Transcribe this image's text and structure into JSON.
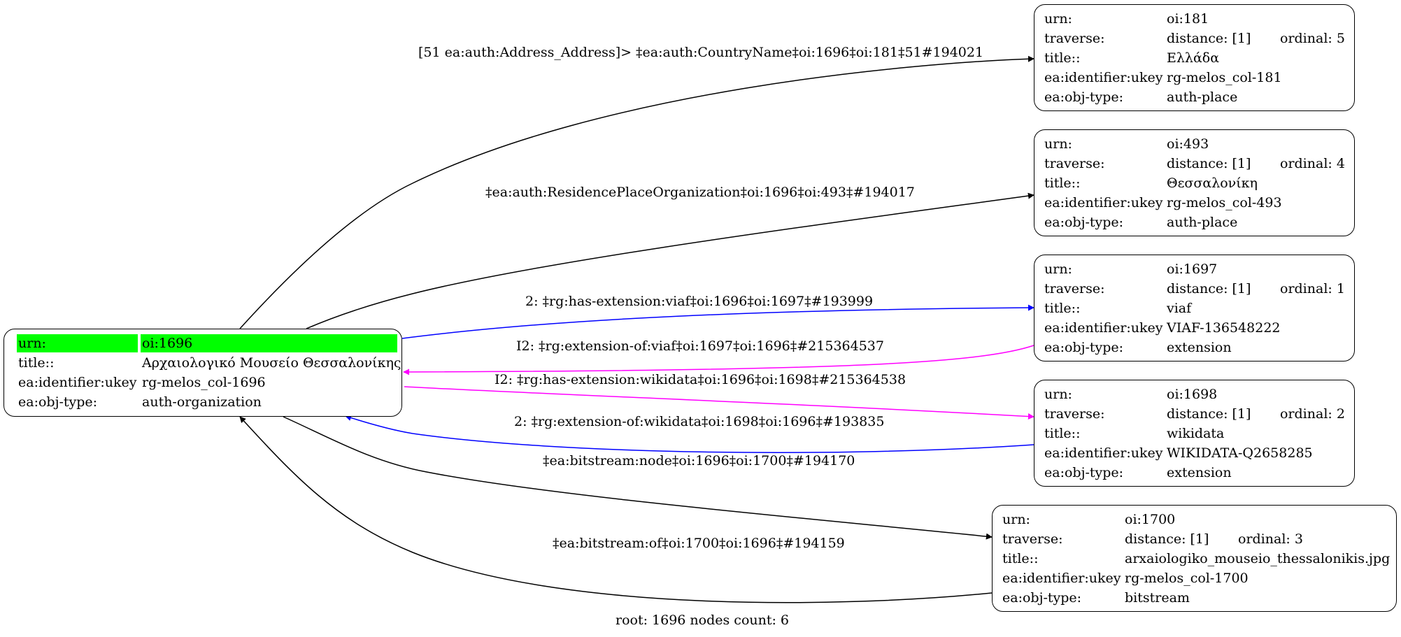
{
  "root_node": {
    "rows": [
      {
        "key": "urn:",
        "value": "oi:1696"
      },
      {
        "key": "title::",
        "value": "Αρχαιολογικό Μουσείο Θεσσαλονίκης"
      },
      {
        "key": "ea:identifier:ukey",
        "value": "rg-melos_col-1696"
      },
      {
        "key": "ea:obj-type:",
        "value": "auth-organization"
      }
    ],
    "highlight_color": "#00ff00"
  },
  "nodes": [
    {
      "urn": "oi:181",
      "distance": "distance: [1]",
      "ordinal": "ordinal: 5",
      "title": "Ελλάδα",
      "ukey": "rg-melos_col-181",
      "obj_type": "auth-place"
    },
    {
      "urn": "oi:493",
      "distance": "distance: [1]",
      "ordinal": "ordinal: 4",
      "title": "Θεσσαλονίκη",
      "ukey": "rg-melos_col-493",
      "obj_type": "auth-place"
    },
    {
      "urn": "oi:1697",
      "distance": "distance: [1]",
      "ordinal": "ordinal: 1",
      "title": "viaf",
      "ukey": "VIAF-136548222",
      "obj_type": "extension"
    },
    {
      "urn": "oi:1698",
      "distance": "distance: [1]",
      "ordinal": "ordinal: 2",
      "title": "wikidata",
      "ukey": "WIKIDATA-Q2658285",
      "obj_type": "extension"
    },
    {
      "urn": "oi:1700",
      "distance": "distance: [1]",
      "ordinal": "ordinal: 3",
      "title": "arxaiologiko_mouseio_thessalonikis.jpg",
      "ukey": "rg-melos_col-1700",
      "obj_type": "bitstream"
    }
  ],
  "field_keys": {
    "urn": "urn:",
    "traverse": "traverse:",
    "title": "title::",
    "ukey": "ea:identifier:ukey",
    "obj_type": "ea:obj-type:"
  },
  "edges": [
    {
      "label": "[51 ea:auth:Address_Address]> ‡ea:auth:CountryName‡oi:1696‡oi:181‡51#194021",
      "color": "#000000"
    },
    {
      "label": "‡ea:auth:ResidencePlaceOrganization‡oi:1696‡oi:493‡#194017",
      "color": "#000000"
    },
    {
      "label": "2: ‡rg:has-extension:viaf‡oi:1696‡oi:1697‡#193999",
      "color": "#0000ff"
    },
    {
      "label": "I2: ‡rg:extension-of:viaf‡oi:1697‡oi:1696‡#215364537",
      "color": "#ff00ff"
    },
    {
      "label": "I2: ‡rg:has-extension:wikidata‡oi:1696‡oi:1698‡#215364538",
      "color": "#ff00ff"
    },
    {
      "label": "2: ‡rg:extension-of:wikidata‡oi:1698‡oi:1696‡#193835",
      "color": "#0000ff"
    },
    {
      "label": "‡ea:bitstream:node‡oi:1696‡oi:1700‡#194170",
      "color": "#000000"
    },
    {
      "label": "‡ea:bitstream:of‡oi:1700‡oi:1696‡#194159",
      "color": "#000000"
    }
  ],
  "footer": "root: 1696 nodes count: 6"
}
